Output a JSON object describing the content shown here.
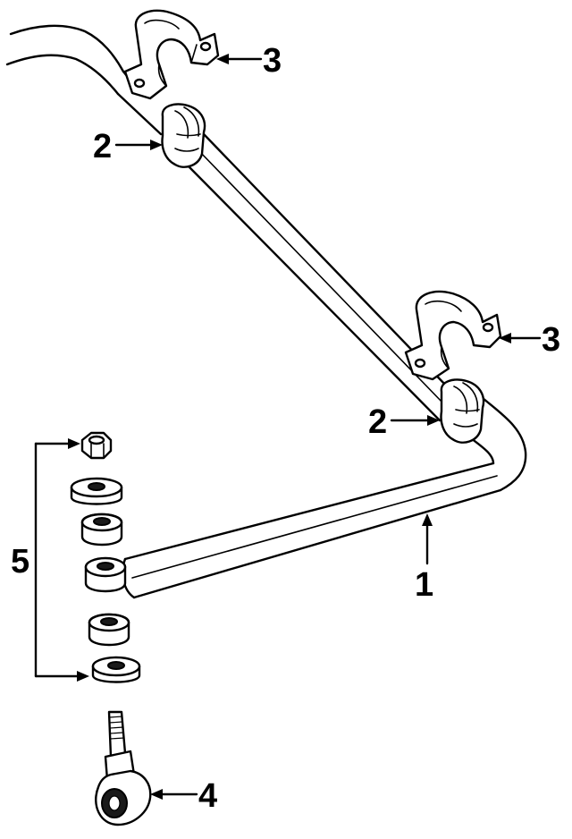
{
  "callouts": {
    "bar": "1",
    "bushing_upper": "2",
    "bushing_lower": "2",
    "clamp_upper": "3",
    "clamp_lower": "3",
    "end_link": "4",
    "link_kit": "5"
  },
  "colors": {
    "line": "#000000",
    "background": "#ffffff"
  }
}
